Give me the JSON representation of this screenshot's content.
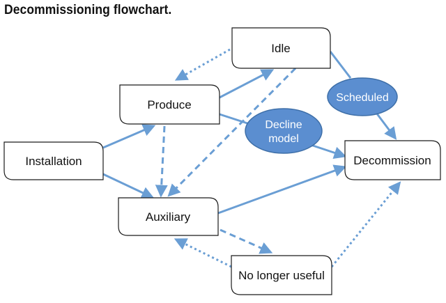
{
  "title": "Decommissioning flowchart.",
  "nodes": {
    "idle": "Idle",
    "produce": "Produce",
    "installation": "Installation",
    "auxiliary": "Auxiliary",
    "decommission": "Decommission",
    "no_longer_useful": "No longer useful"
  },
  "labels": {
    "scheduled": "Scheduled",
    "decline_model_line1": "Decline",
    "decline_model_line2": "model"
  },
  "colors": {
    "arrow": "#6a9ed4",
    "bubble_fill": "#5b8ed0",
    "bubble_stroke": "#3e6fa8",
    "node_stroke": "#1a1a1a",
    "text": "#111111"
  }
}
